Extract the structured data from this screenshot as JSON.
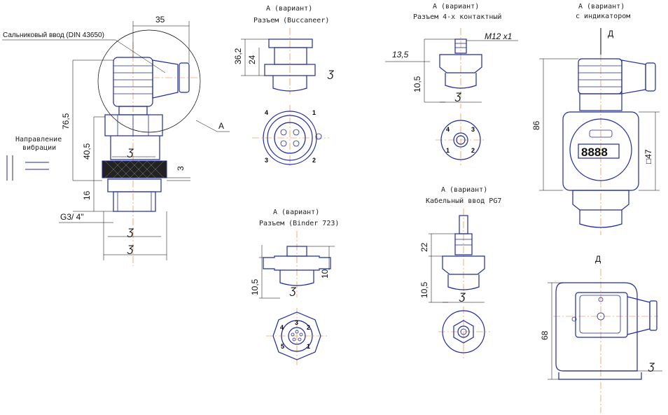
{
  "main_view": {
    "gland_label": "Сальниковый ввод (DIN 43650)",
    "dim_35": "35",
    "dim_76_5": "76,5",
    "dim_40_5": "40,5",
    "dim_16": "16",
    "dim_3": "3",
    "thread": "G3/ 4\"",
    "detail_letter": "A",
    "vibration_label_1": "Направление",
    "vibration_label_2": "вибрации",
    "wrench_symbol": "Ʒ"
  },
  "buccaneer": {
    "caption_1": "А (вариант)",
    "caption_2": "Разъем (Buccaneer)",
    "dim_36_2": "36,2",
    "dim_24": "24",
    "pins": [
      "4",
      "1",
      "3",
      "2"
    ]
  },
  "binder": {
    "caption_1": "А (вариант)",
    "caption_2": "Разъем (Binder 723)",
    "dim_10_5": "10,5",
    "dim_10": "10",
    "pins": [
      "3",
      "4",
      "2",
      "5",
      "1"
    ]
  },
  "four_pin": {
    "caption_1": "А (вариант)",
    "caption_2": "Разъем 4-х контактный",
    "thread": "M12 x1",
    "dim_13_5": "13,5",
    "dim_10_5": "10,5",
    "pins": [
      "4",
      "3",
      "1",
      "2"
    ]
  },
  "pg7": {
    "caption_1": "А (вариант)",
    "caption_2": "Кабельный ввод PG7",
    "dim_22": "22",
    "dim_10_5": "10,5"
  },
  "indicator": {
    "caption_1": "А (вариант)",
    "caption_2": "с индикатором",
    "view_letter_top": "Д",
    "view_letter_bottom": "Д",
    "dim_86": "86",
    "dim_47": "□47",
    "dim_68": "68",
    "display_digits": "8888"
  }
}
